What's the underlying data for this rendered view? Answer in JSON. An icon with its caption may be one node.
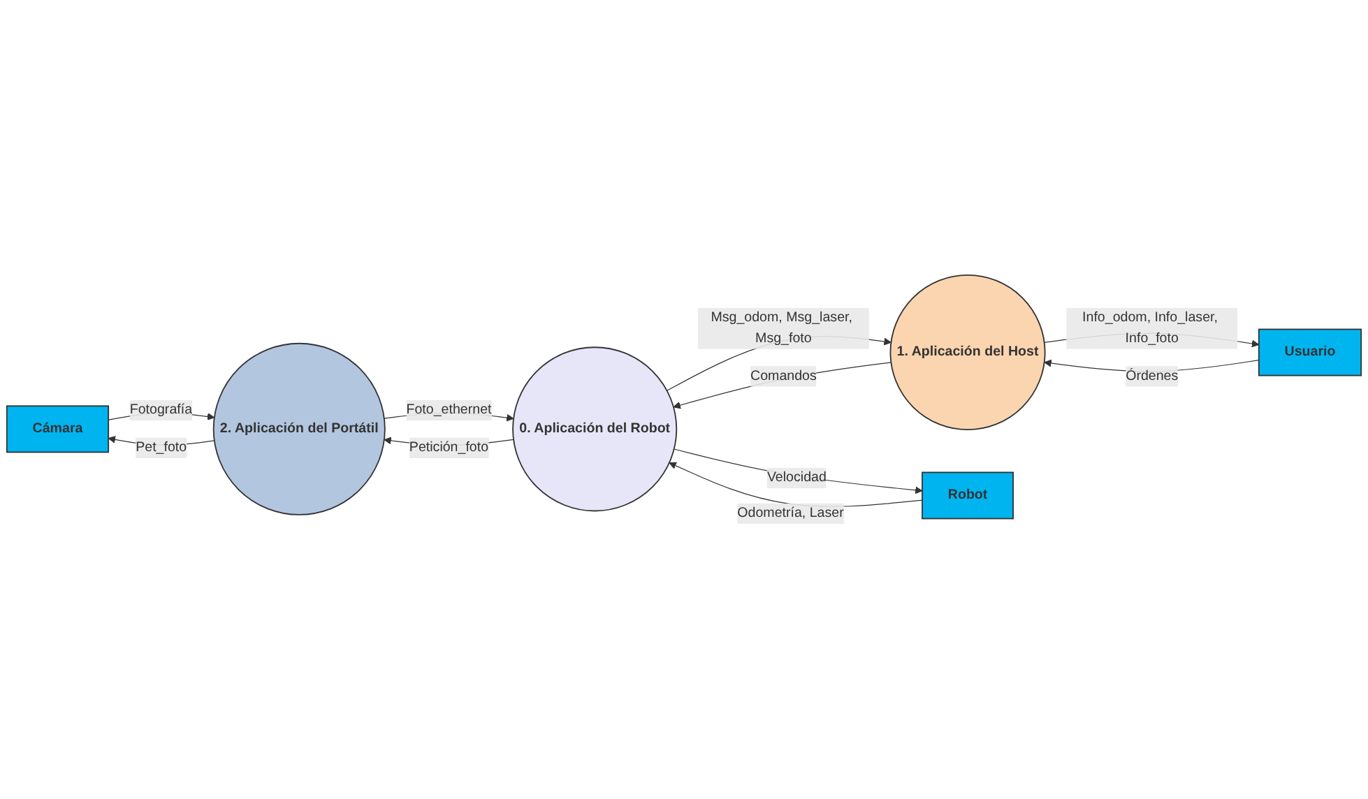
{
  "diagram": {
    "nodes": [
      {
        "text": [
          "Cámara"
        ]
      },
      {
        "text": [
          "2. Aplicación del Portátil"
        ]
      },
      {
        "text": [
          "1. Aplicación del Host"
        ]
      },
      {
        "text": [
          "0. Aplicación del Robot"
        ]
      },
      {
        "text": [
          "Usuario"
        ]
      },
      {
        "text": [
          "Robot"
        ]
      }
    ],
    "edges": [
      {
        "from": 0,
        "to": 1,
        "label": "Fotografía",
        "arrow": "to"
      },
      {
        "from": 1,
        "to": 0,
        "label": "Pet_foto",
        "arrow": "to"
      },
      {
        "from": 3,
        "to": 1,
        "label": "Petición_foto",
        "arrow": "to"
      },
      {
        "from": 2,
        "to": 3,
        "label": "Comandos",
        "arrow": "to"
      },
      {
        "from": 1,
        "to": 3,
        "label": "Foto_ethernet",
        "arrow": "to"
      },
      {
        "from": 4,
        "to": 2,
        "label": "Órdenes",
        "arrow": "to"
      },
      {
        "from": 3,
        "to": 2,
        "label": "Msg_odom, Msg_laser, Msg_foto",
        "arrow": "to"
      },
      {
        "from": 2,
        "to": 4,
        "label": "Info_odom, Info_laser, Info_foto",
        "arrow": "to"
      },
      {
        "from": 5,
        "to": 3,
        "label": "Odometría, Laser",
        "arrow": "to"
      },
      {
        "from": 3,
        "to": 5,
        "label": "Velocidad",
        "arrow": "to"
      }
    ]
  }
}
